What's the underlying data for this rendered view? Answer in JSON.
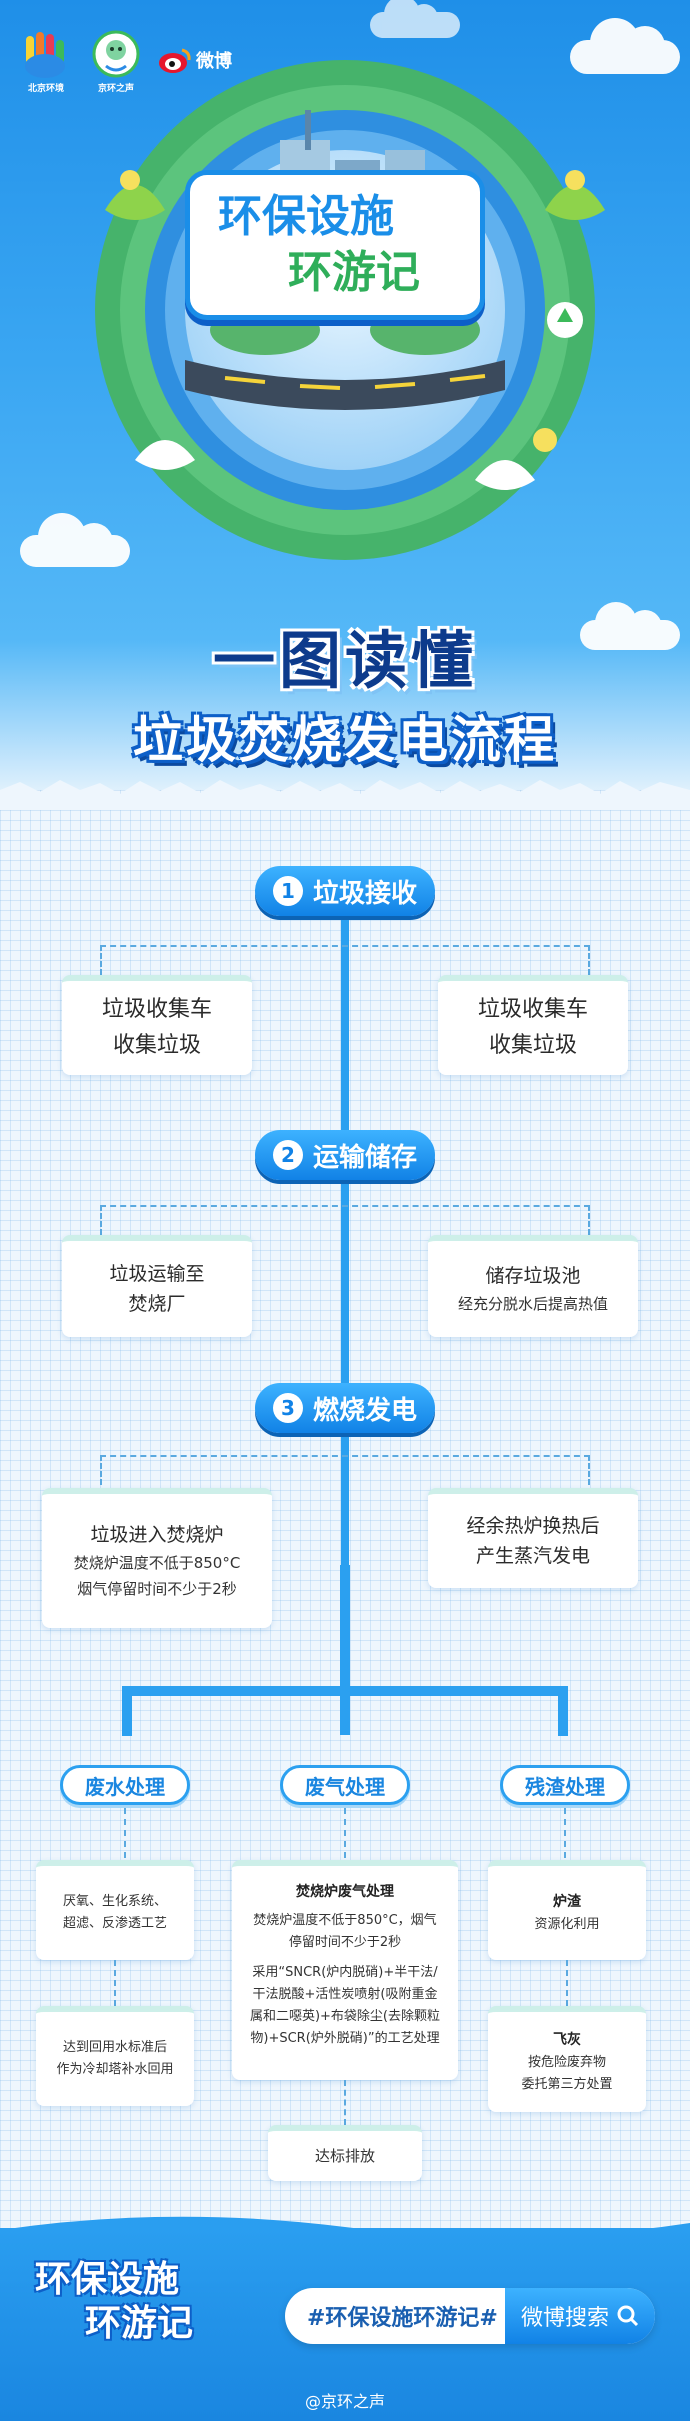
{
  "header": {
    "logo1_caption": "北京环境",
    "logo2_caption": "京环之声",
    "weibo_label": "微博",
    "badge_line1": "环保设施",
    "badge_line2": "环游记",
    "headline1": "一图读懂",
    "headline2": "垃圾焚烧发电流程"
  },
  "steps": [
    {
      "num": "1",
      "label": "垃圾接收",
      "left": {
        "line1": "垃圾收集车",
        "line2": "收集垃圾"
      },
      "right": {
        "line1": "垃圾收集车",
        "line2": "收集垃圾"
      }
    },
    {
      "num": "2",
      "label": "运输储存",
      "left": {
        "line1": "垃圾运输至",
        "line2": "焚烧厂"
      },
      "right": {
        "line1": "储存垃圾池",
        "line2": "经充分脱水后提高热值"
      }
    },
    {
      "num": "3",
      "label": "燃烧发电",
      "left": {
        "line1": "垃圾进入焚烧炉",
        "line2": "焚烧炉温度不低于850°C",
        "line3": "烟气停留时间不少于2秒"
      },
      "right": {
        "line1": "经余热炉换热后",
        "line2": "产生蒸汽发电"
      }
    }
  ],
  "branches": {
    "wastewater": {
      "label": "废水处理",
      "card1": {
        "line1": "厌氧、生化系统、",
        "line2": "超滤、反渗透工艺"
      },
      "card2": {
        "line1": "达到回用水标准后",
        "line2": "作为冷却塔补水回用"
      }
    },
    "exhaust": {
      "label": "废气处理",
      "title": "焚烧炉废气处理",
      "p1_line1": "焚烧炉温度不低于850°C，烟气",
      "p1_line2": "停留时间不少于2秒",
      "p2_line1": "采用“SNCR(炉内脱硝)+半干法/",
      "p2_line2": "干法脱酸+活性炭喷射(吸附重金",
      "p2_line3": "属和二噁英)+布袋除尘(去除颗粒",
      "p2_line4": "物)+SCR(炉外脱硝)”的工艺处理",
      "result": "达标排放"
    },
    "residue": {
      "label": "残渣处理",
      "card1": {
        "title": "炉渣",
        "text": "资源化利用"
      },
      "card2": {
        "title": "飞灰",
        "line1": "按危险废弃物",
        "line2": "委托第三方处置"
      }
    }
  },
  "footer": {
    "logo_line1": "环保设施",
    "logo_line2": "环游记",
    "hashtag": "#环保设施环游记#",
    "search_button": "微博搜索",
    "credit": "@京环之声"
  },
  "colors": {
    "primary_blue": "#1182e6",
    "spine_blue": "#2ba0f0",
    "headline_navy": "#0d3b8c",
    "card_accent": "#cdefe9"
  }
}
